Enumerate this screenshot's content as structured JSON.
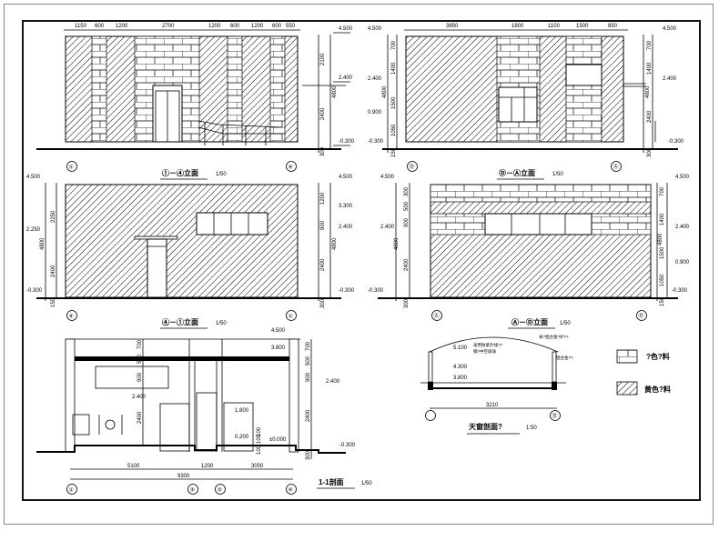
{
  "drawing": {
    "elevation_1_4": {
      "title": "①－④立面",
      "scale": "1/50",
      "top_dims": [
        "1150",
        "600",
        "1200",
        "2700",
        "1200",
        "600",
        "1200",
        "600",
        "550"
      ],
      "right_dims": [
        "2100",
        "2400",
        "300"
      ],
      "total_height": "4800",
      "levels": [
        "4.500",
        "2.400",
        "-0.300"
      ],
      "axis_left": "①",
      "axis_right": "④"
    },
    "elevation_D_A": {
      "title": "Ⓓ－Ⓐ立面",
      "scale": "1/50",
      "top_dims": [
        "3850",
        "1800",
        "1100",
        "1500",
        "850"
      ],
      "left_dims": [
        "700",
        "1400",
        "1500",
        "1050",
        "150"
      ],
      "right_dims": [
        "700",
        "1400",
        "2400",
        "300"
      ],
      "total_height": "4800",
      "left_levels": [
        "4.500",
        "2.400",
        "0.900",
        "-0.300"
      ],
      "right_levels": [
        "4.500",
        "2.400",
        "-0.300"
      ],
      "axis_left": "Ⓓ",
      "axis_right": "Ⓐ"
    },
    "elevation_4_1": {
      "title": "④－①立面",
      "scale": "1/50",
      "left_dims": [
        "2250",
        "2400",
        "150"
      ],
      "right_dims": [
        "1200",
        "900",
        "2400",
        "300"
      ],
      "total_height": "4800",
      "left_levels": [
        "4.500",
        "2.250",
        "-0.300"
      ],
      "right_levels": [
        "4.500",
        "3.300",
        "2.400",
        "-0.300"
      ],
      "axis_left": "④",
      "axis_right": "①"
    },
    "elevation_A_D": {
      "title": "Ⓐ－Ⓓ立面",
      "scale": "1/50",
      "left_dims": [
        "300",
        "500",
        "900",
        "2400",
        "300"
      ],
      "right_dims": [
        "700",
        "1400",
        "1500",
        "1050",
        "150"
      ],
      "total_height": "4800",
      "left_levels": [
        "4.500",
        "2.400",
        "-0.300"
      ],
      "right_levels": [
        "4.500",
        "2.400",
        "0.900",
        "-0.300"
      ],
      "axis_left": "Ⓐ",
      "axis_right": "Ⓓ"
    },
    "section_1_1": {
      "title": "1-1剖面",
      "scale": "1/50",
      "bottom_dims": [
        "5100",
        "1200",
        "3000"
      ],
      "total_width": "9300",
      "right_dims": [
        "700",
        "500",
        "900",
        "2400",
        "300"
      ],
      "left_inner_dims": [
        "700",
        "500",
        "900",
        "2400"
      ],
      "levels": [
        "4.500",
        "3.800",
        "2.400",
        "2.400",
        "1.800",
        "0.200",
        "±0.000",
        "-0.300"
      ],
      "small_dims": [
        "100",
        "100",
        "100"
      ],
      "axes": [
        "①",
        "③",
        "③",
        "④"
      ]
    },
    "skylight_section": {
      "title": "天窗剖面?",
      "scale": "1:50",
      "levels": [
        "5.100",
        "4.300",
        "3.800"
      ],
      "width_dim": "3210",
      "note_1": "采用防紫外线??",
      "note_2": "钢?中空玻璃",
      "note_3": "采?铝合金?护??",
      "note_4": "铝合金??",
      "axes": [
        "",
        "Ⓑ"
      ]
    },
    "legend": [
      {
        "swatch": "brick",
        "label": "?色?料"
      },
      {
        "swatch": "hatch",
        "label": "黄色?料"
      }
    ]
  }
}
